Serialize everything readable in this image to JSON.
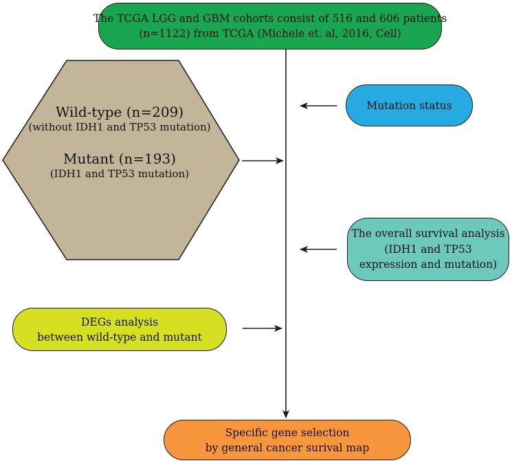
{
  "colors": {
    "top": "#1aa650",
    "mutation": "#27a9e1",
    "survival": "#6cc9bc",
    "degs": "#d7df23",
    "final": "#f7963c",
    "hexagon": "#c3b59a",
    "stroke": "#1a1a1a"
  },
  "top_box": {
    "line1": "The TCGA LGG and GBM cohorts consist of 516 and 606 patients",
    "line2": "(n=1122) from TCGA (Michele et. al, 2016, Cell)"
  },
  "hexagon": {
    "wild_title": "Wild-type (n=209)",
    "wild_sub": "(without IDH1 and TP53 mutation)",
    "mutant_title": "Mutant (n=193)",
    "mutant_sub": "(IDH1 and TP53 mutation)"
  },
  "mutation_box": {
    "label": "Mutation status"
  },
  "survival_box": {
    "line1": "The overall survival analysis",
    "line2": "(IDH1 and TP53",
    "line3": "expression and mutation)"
  },
  "degs_box": {
    "line1": "DEGs analysis",
    "line2": "between wild-type and mutant"
  },
  "final_box": {
    "line1": "Specific gene selection",
    "line2": "by general cancer surival map"
  }
}
